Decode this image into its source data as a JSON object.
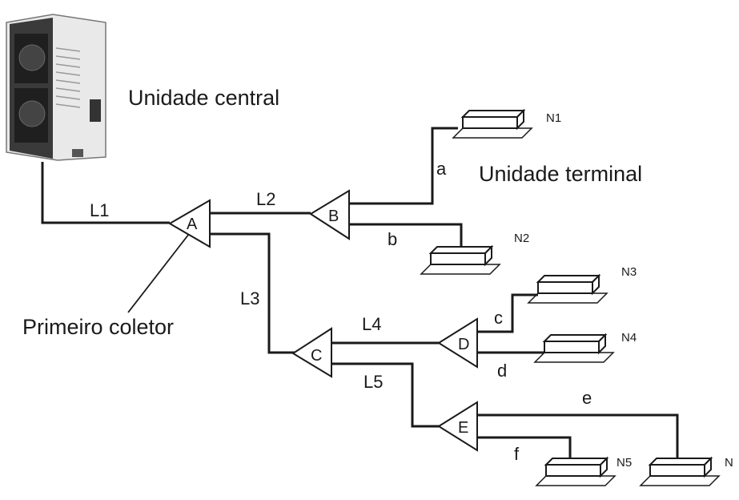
{
  "labels": {
    "central_unit": "Unidade central",
    "terminal_unit": "Unidade terminal",
    "first_collector": "Primeiro coletor"
  },
  "collectors": {
    "A": "A",
    "B": "B",
    "C": "C",
    "D": "D",
    "E": "E"
  },
  "main_pipes": {
    "L1": "L1",
    "L2": "L2",
    "L3": "L3",
    "L4": "L4",
    "L5": "L5"
  },
  "branch_pipes": {
    "a": "a",
    "b": "b",
    "c": "c",
    "d": "d",
    "e": "e",
    "f": "f"
  },
  "terminals": {
    "N1": "N1",
    "N2": "N2",
    "N3": "N3",
    "N4": "N4",
    "N5": "N5",
    "N6": "N"
  }
}
